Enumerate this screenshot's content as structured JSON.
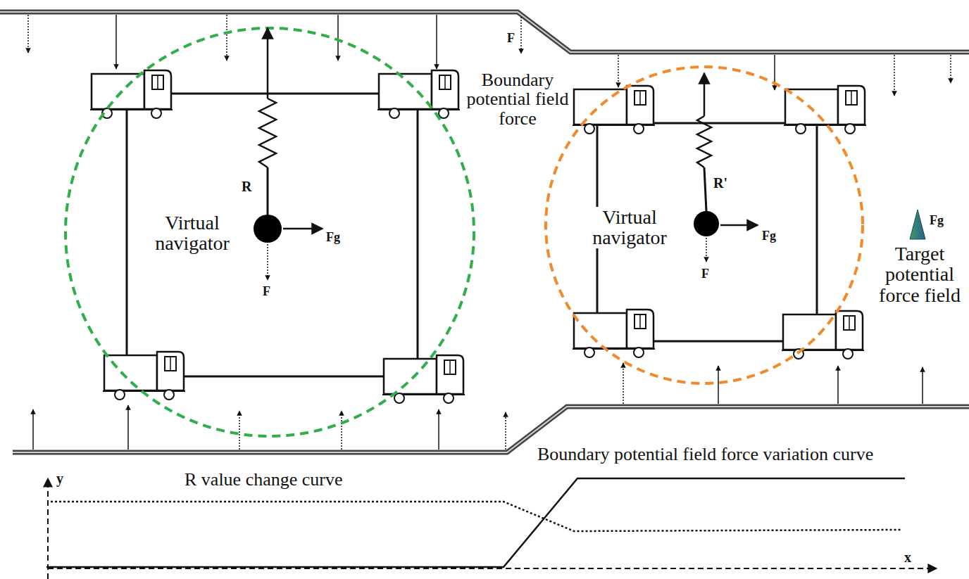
{
  "diagram": {
    "labels": [
      "F",
      "Boundary potential field force",
      "R",
      "Virtual navigator",
      "Fg",
      "F",
      "R'",
      "Virtual navigator",
      "Fg",
      "F",
      "Fg",
      "Target potential force field",
      "Boundary potential field force variation curve",
      "R value change curve",
      "y",
      "x"
    ]
  }
}
